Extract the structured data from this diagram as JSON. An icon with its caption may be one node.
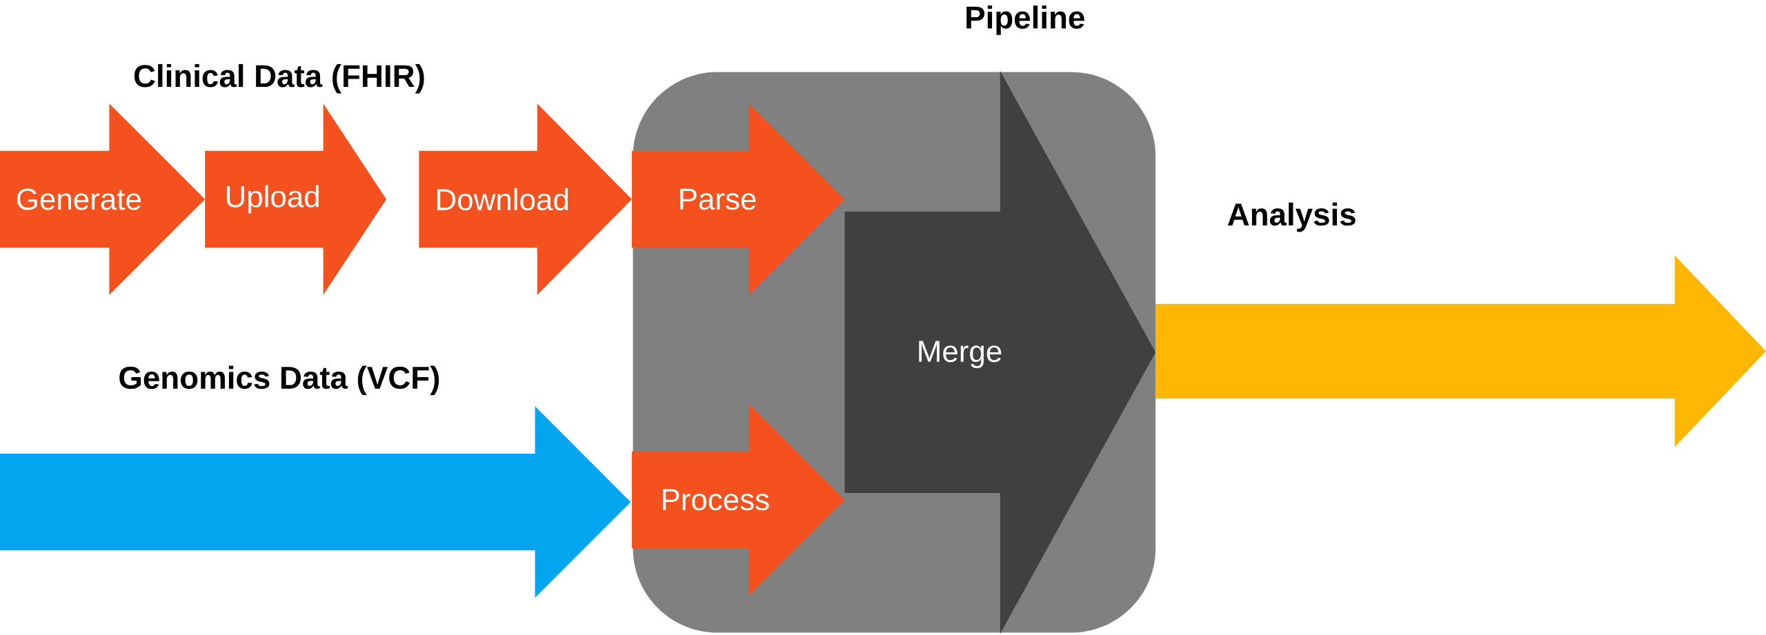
{
  "diagram": {
    "nodes": [
      {
        "text": [
          "Pipeline"
        ]
      },
      {
        "text": [
          "Generate"
        ]
      },
      {
        "text": [
          "Upload"
        ]
      },
      {
        "text": [
          "Download"
        ]
      },
      {
        "text": [
          "Parse"
        ],
        "in": 0
      },
      {
        "text": [
          "Process"
        ],
        "in": 0
      },
      {
        "text": [
          "Merge"
        ],
        "in": 0
      },
      {
        "text": [
          "Genomics Data (VCF)"
        ]
      },
      {
        "text": [
          "Analysis"
        ]
      }
    ],
    "labels": [
      "Clinical Data (FHIR)"
    ]
  }
}
